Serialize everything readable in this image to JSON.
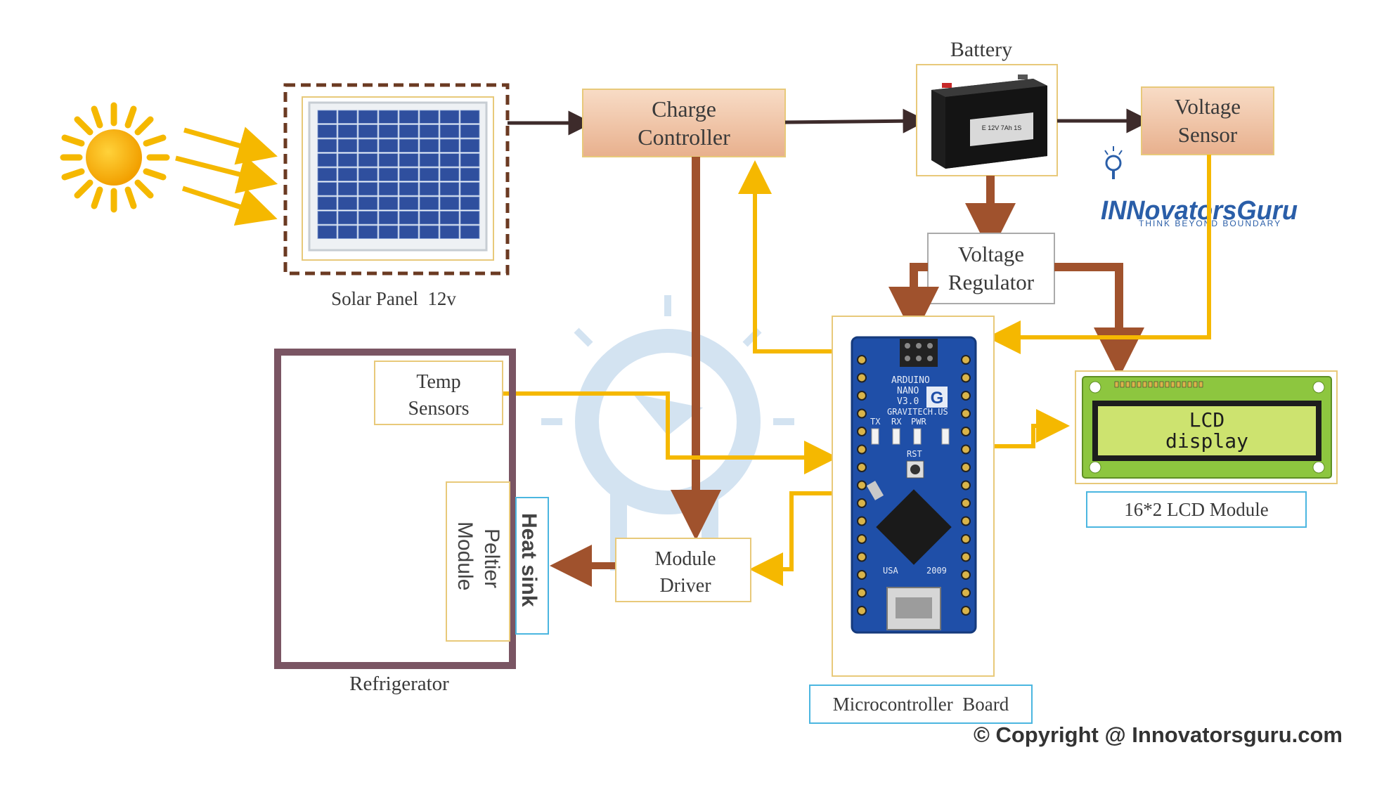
{
  "blocks": {
    "solar_panel": "Solar Panel  12v",
    "charge_controller_1": "Charge",
    "charge_controller_2": "Controller",
    "battery": "Battery",
    "voltage_sensor_1": "Voltage",
    "voltage_sensor_2": "Sensor",
    "voltage_regulator_1": "Voltage",
    "voltage_regulator_2": "Regulator",
    "temp_sensors_1": "Temp",
    "temp_sensors_2": "Sensors",
    "peltier_1": "Peltier",
    "peltier_2": "Module",
    "heat_sink": "Heat sink",
    "refrigerator": "Refrigerator",
    "module_driver_1": "Module",
    "module_driver_2": "Driver",
    "microcontroller": "Microcontroller  Board",
    "lcd_module": "16*2 LCD Module",
    "lcd_line1": "LCD",
    "lcd_line2": "display"
  },
  "battery_label": "E 12V 7Ah 1S",
  "arduino": {
    "line1": "ARDUINO",
    "line2": "NANO",
    "line3": "V3.0",
    "line4": "GRAVITECH.US",
    "tx": "TX",
    "rx": "RX",
    "pwr": "PWR",
    "rst": "RST",
    "usa": "USA",
    "year": "2009"
  },
  "logo": {
    "name": "INNovatorsGuru",
    "tagline": "THINK BEYOND BOUNDARY"
  },
  "copyright": "© Copyright @ Innovatorsguru.com",
  "colors": {
    "yellow_arrow": "#f5b800",
    "brown_arrow": "#a0522d",
    "dark_arrow": "#3d2b2b",
    "block_fill": "#f2c6a6",
    "block_border": "#e8c97a",
    "blue_border": "#4bb6e0",
    "fridge_border": "#7a5563"
  }
}
